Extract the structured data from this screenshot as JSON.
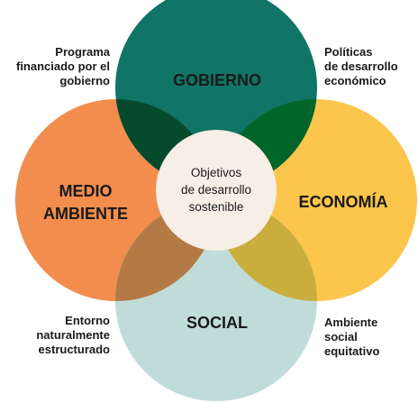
{
  "center": {
    "lines": [
      "Objetivos",
      "de desarrollo",
      "sostenible"
    ]
  },
  "circles": {
    "gobierno": {
      "label": "GOBIERNO",
      "color": "#107466"
    },
    "economia": {
      "label": "ECONOMÍA",
      "color": "#FCC64C"
    },
    "social": {
      "label": "SOCIAL",
      "color": "#C0DCD8"
    },
    "medio_ambiente": {
      "label_lines": [
        "MEDIO",
        "AMBIENTE"
      ],
      "color": "#F28D4D"
    }
  },
  "overlaps": {
    "gobierno_economia": "#006628",
    "gobierno_medio_ambiente": "#064A2E",
    "economia_social": "#C9AE3E",
    "social_medio_ambiente": "#B47A46"
  },
  "center_color": "#F7EEE6",
  "notes": {
    "top_left": [
      "Programa",
      "financiado por el",
      "gobierno"
    ],
    "top_right": [
      "Políticas",
      "de desarrollo",
      "económico"
    ],
    "bottom_left": [
      "Entorno",
      "naturalmente",
      "estructurado"
    ],
    "bottom_right": [
      "Ambiente",
      "social",
      "equitativo"
    ]
  }
}
